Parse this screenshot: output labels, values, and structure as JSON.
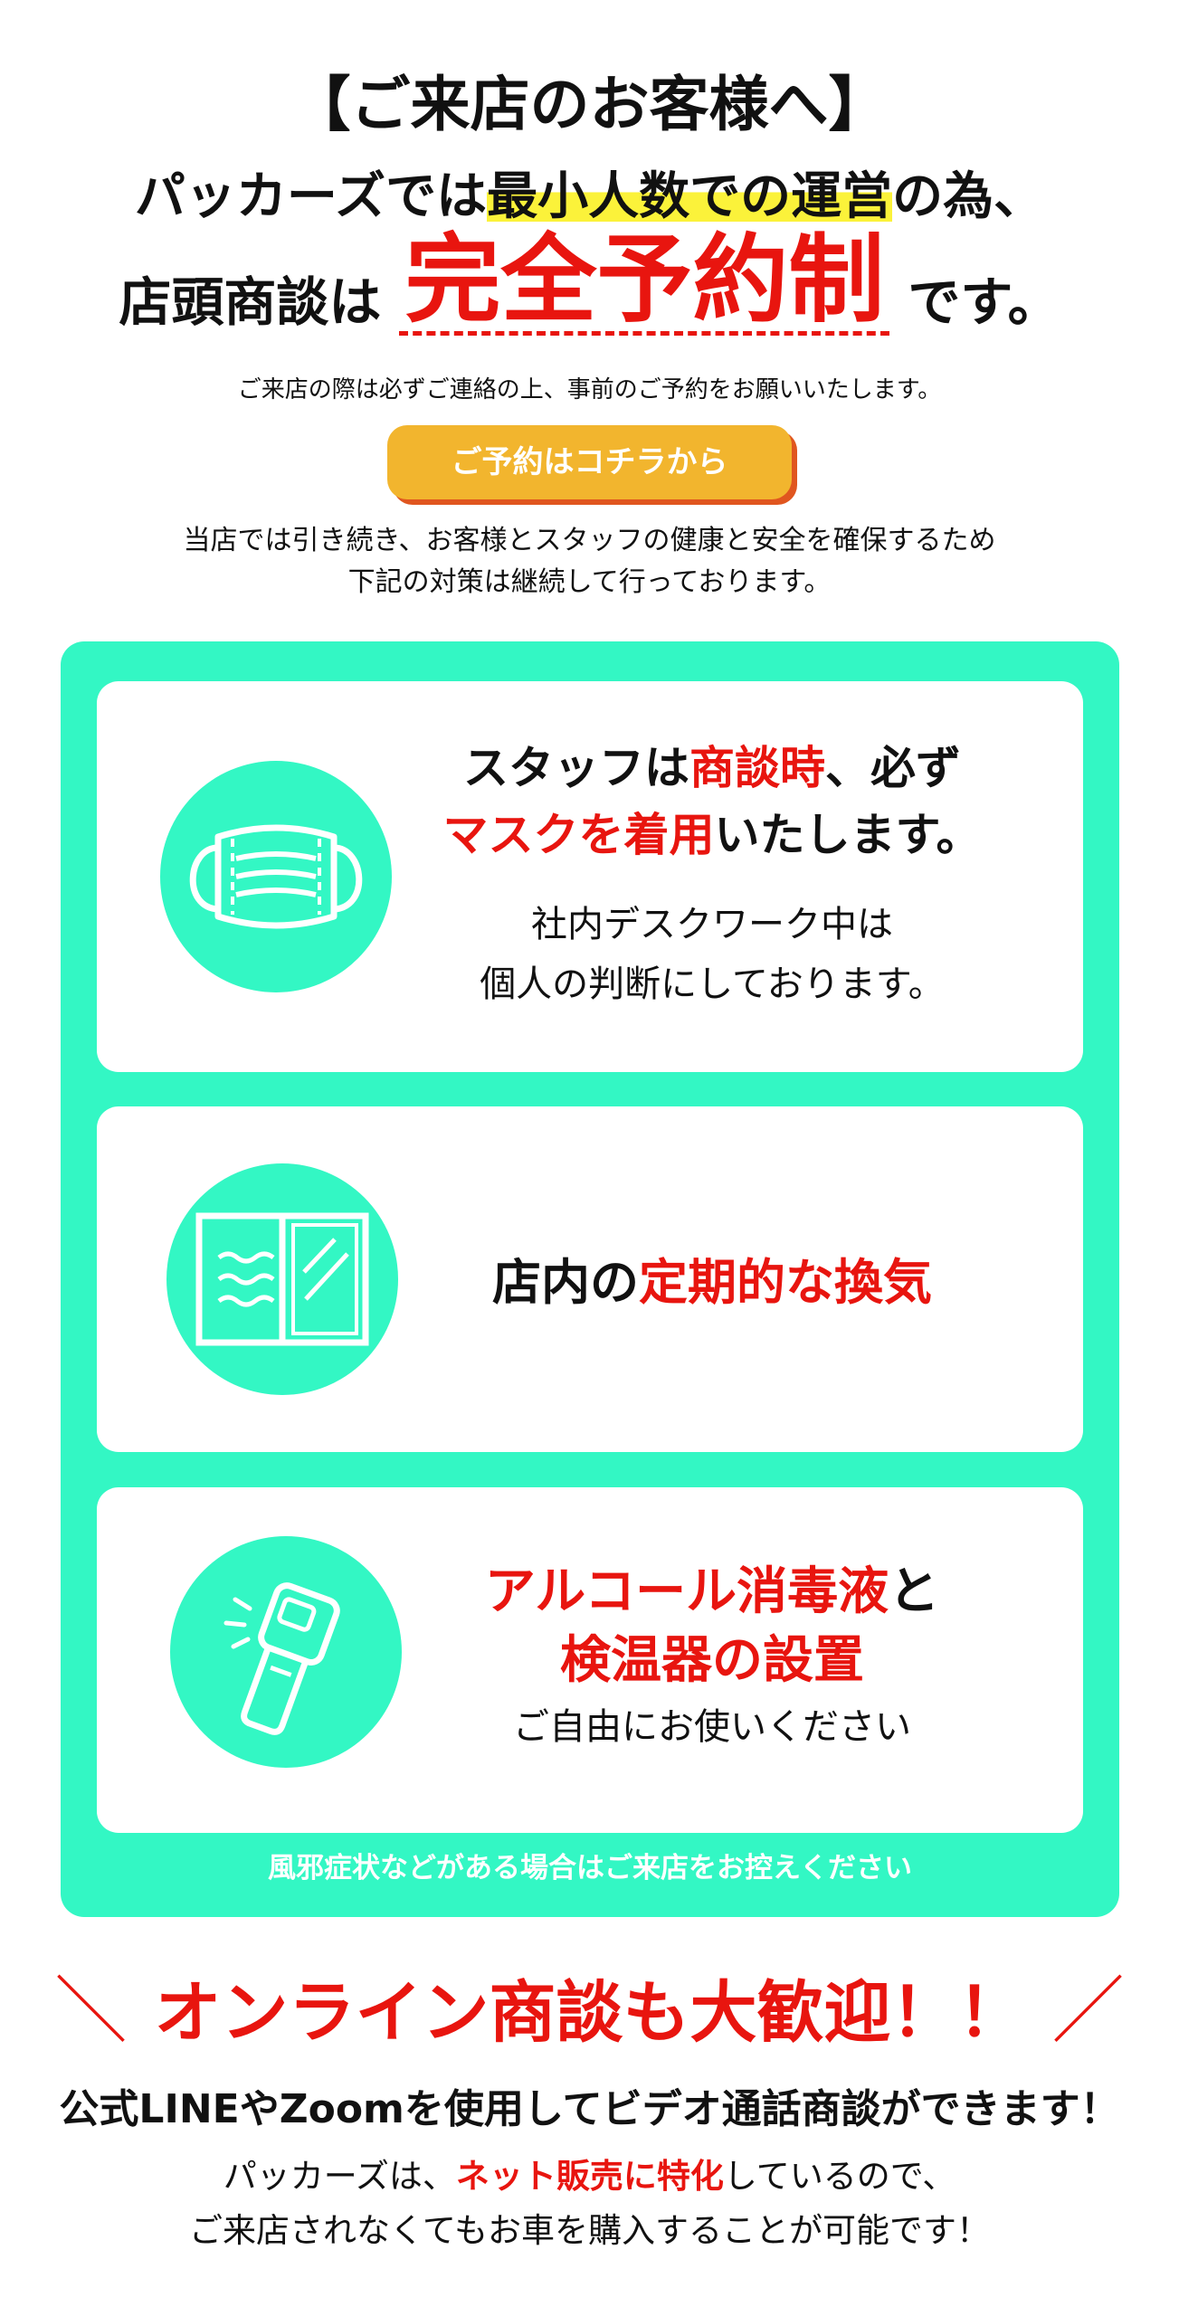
{
  "header": {
    "title": "【ご来店のお客様へ】",
    "line1_a": "パッカーズでは",
    "line1_highlight": "最小人数での運営",
    "line1_b": "の為、",
    "line2_a": "店頭商談は",
    "line2_big": "完全予約制",
    "line2_b": "です。",
    "note": "ご来店の際は必ずご連絡の上、事前のご予約をお願いいたします。"
  },
  "reserve_button": {
    "label": "ご予約はコチラから"
  },
  "intro": {
    "line1": "当店では引き続き、お客様とスタッフの健康と安全を確保するため",
    "line2": "下記の対策は継続して行っております。"
  },
  "measures": [
    {
      "icon": "mask-icon",
      "title1_a": "スタッフは",
      "title1_red": "商談時",
      "title1_b": "、必ず",
      "title2_red": "マスクを着用",
      "title2_b": "いたします。",
      "sub1": "社内デスクワーク中は",
      "sub2": "個人の判断にしております。"
    },
    {
      "icon": "window-icon",
      "title_a": "店内の",
      "title_red": "定期的な換気"
    },
    {
      "icon": "thermometer-icon",
      "title1_red": "アルコール消毒液",
      "title1_b": "と",
      "title2_red": "検温器の設置",
      "sub": "ご自由にお使いください"
    }
  ],
  "warning": "風邪症状などがある場合はご来店をお控えください",
  "online": {
    "slash_left": "＼",
    "title": "オンライン商談も大歓迎！！",
    "slash_right": "／",
    "line": "公式LINEやZoomを使用してビデオ通話商談ができます！",
    "desc1_a": "パッカーズは、",
    "desc1_red": "ネット販売に特化",
    "desc1_b": "しているので、",
    "desc2": "ご来店されなくてもお車を購入することが可能です！"
  },
  "colors": {
    "accent_red": "#e8150f",
    "mint": "#33f7c4",
    "button_yellow": "#f2b52e",
    "button_shadow": "#e0561f",
    "highlight_yellow": "#fbf23a"
  }
}
